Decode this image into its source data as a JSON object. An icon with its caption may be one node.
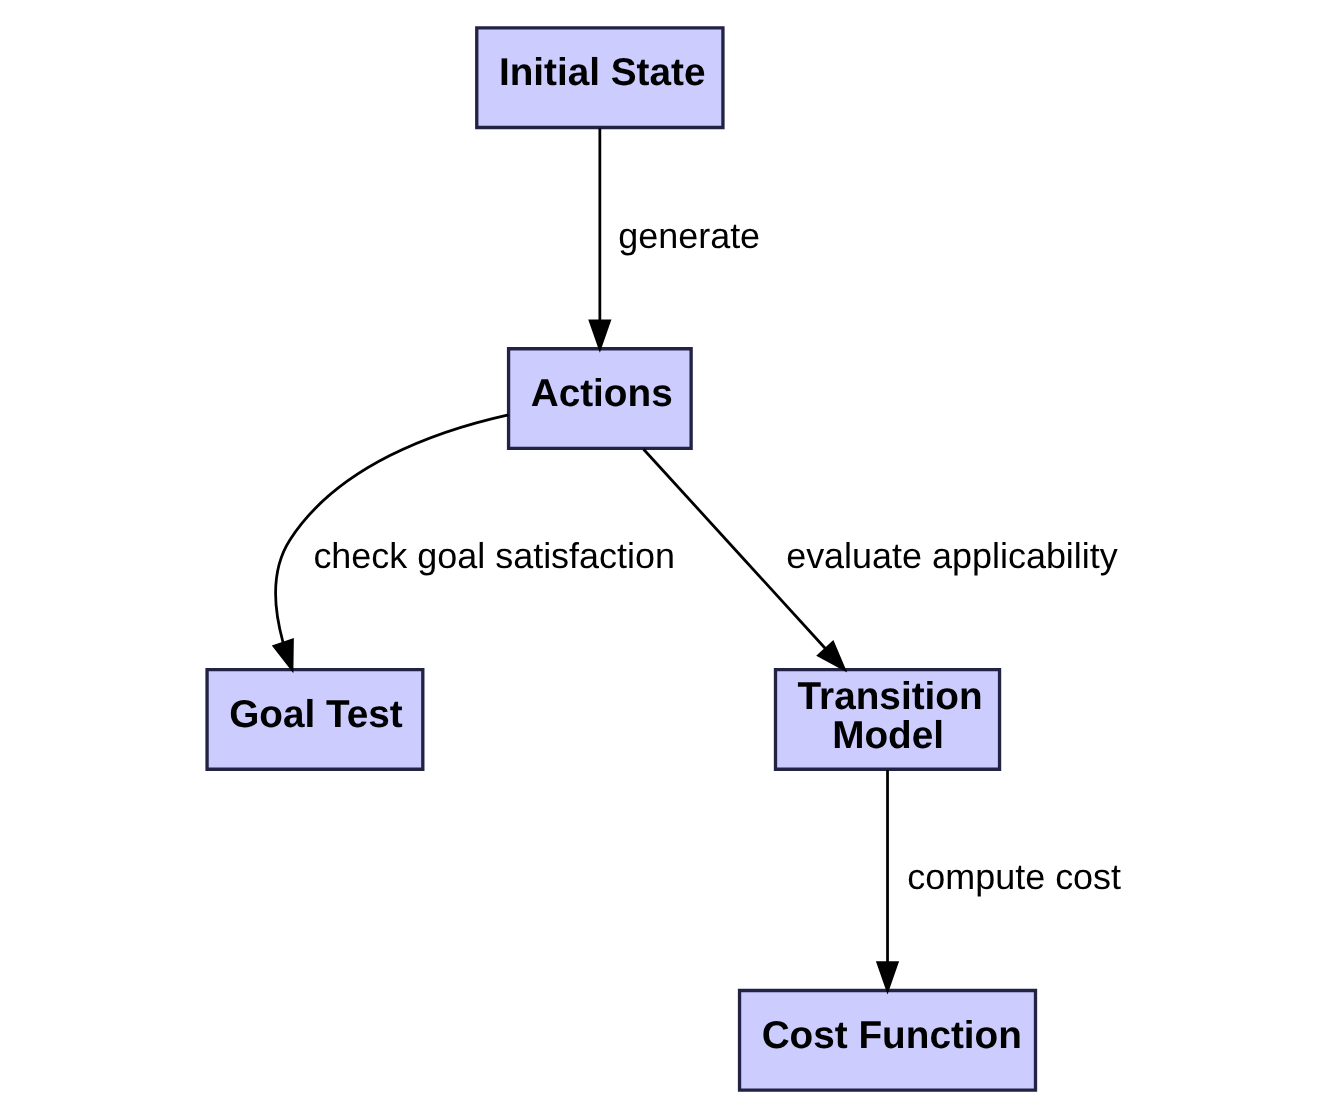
{
  "diagram": {
    "nodes": [
      {
        "text": [
          "Initial State"
        ]
      },
      {
        "text": [
          "Actions"
        ]
      },
      {
        "text": [
          "Goal Test"
        ]
      },
      {
        "text": [
          "Transition Model"
        ]
      },
      {
        "text": [
          "Cost Function"
        ]
      }
    ],
    "edges": [
      {
        "from": 0,
        "to": 1,
        "arrow": "to",
        "label": "generate"
      },
      {
        "from": 1,
        "to": 2,
        "arrow": "to",
        "label": "check goal satisfaction"
      },
      {
        "from": 1,
        "to": 3,
        "arrow": "to",
        "label": "evaluate applicability"
      },
      {
        "from": 3,
        "to": 4,
        "arrow": "to",
        "label": "compute cost"
      }
    ]
  }
}
